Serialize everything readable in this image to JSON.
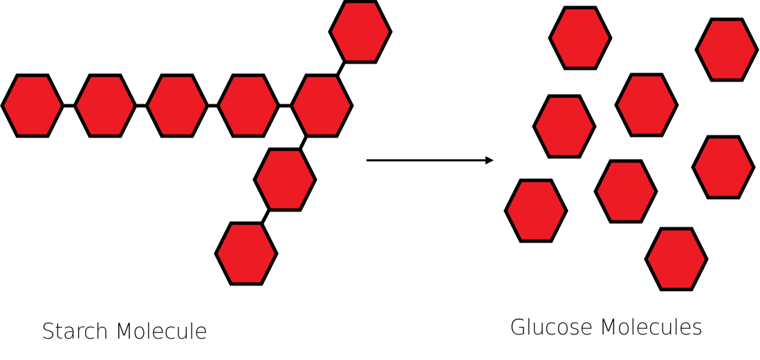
{
  "labels": {
    "starch": "Starch Molecule",
    "glucose": "Glucose Molecules"
  },
  "colors": {
    "hexagon_fill": "#ED1C24",
    "stroke": "#000000"
  },
  "starch_units": 8,
  "glucose_units": 8
}
